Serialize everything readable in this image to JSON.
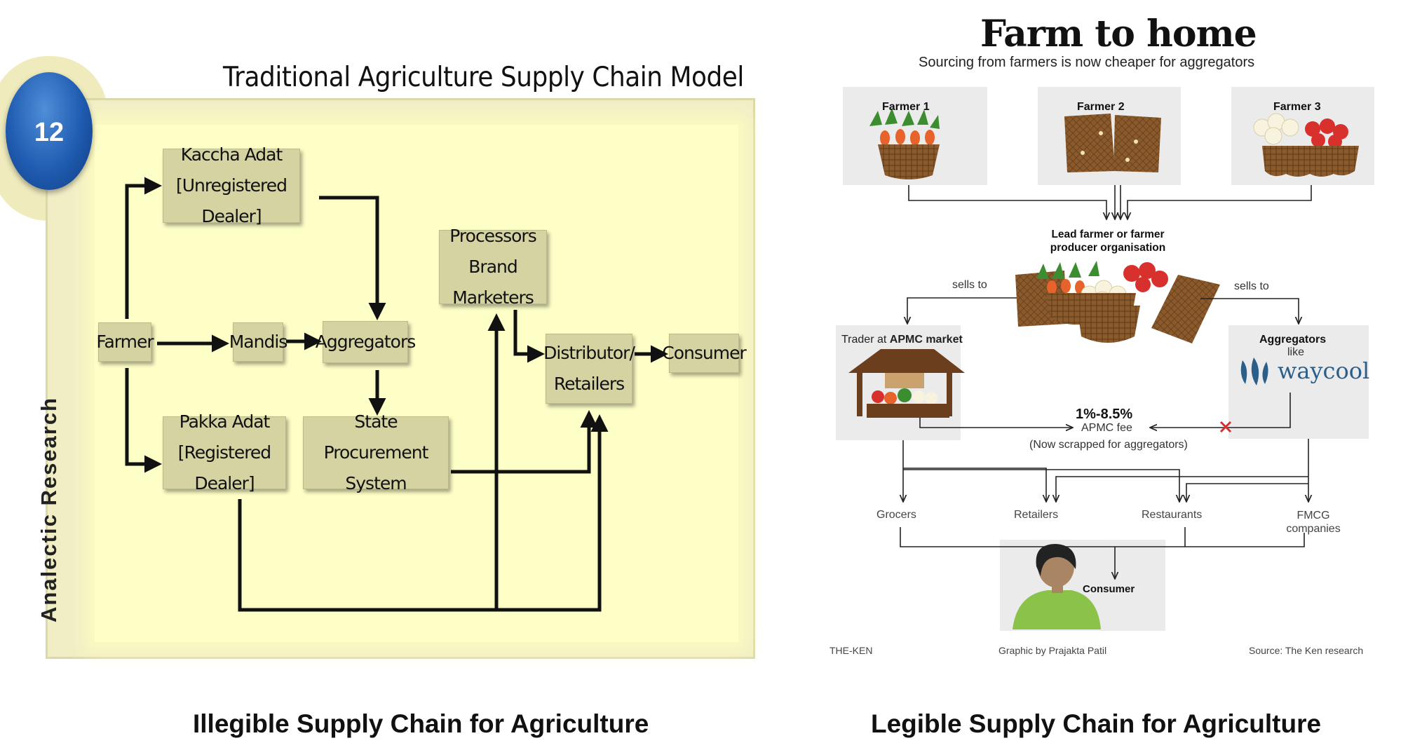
{
  "left": {
    "title": "Traditional Agriculture Supply Chain Model",
    "badge": "12",
    "vertical_label": "Analectic Research",
    "nodes": {
      "kaccha_adat": [
        "Kaccha Adat",
        "[Unregistered Dealer]"
      ],
      "processors": [
        "Processors",
        "Brand Marketers"
      ],
      "farmer": [
        "Farmer"
      ],
      "mandis": [
        "Mandis"
      ],
      "aggregators": [
        "Aggregators"
      ],
      "distributor": [
        "Distributor/",
        "Retailers"
      ],
      "consumer": [
        "Consumer"
      ],
      "pakka_adat": [
        "Pakka Adat",
        "[Registered Dealer]"
      ],
      "state_procurement": [
        "State Procurement",
        "System"
      ]
    },
    "caption": "Illegible Supply Chain for Agriculture"
  },
  "right": {
    "title": "Farm to home",
    "subtitle": "Sourcing from farmers is now cheaper for aggregators",
    "farmers": [
      "Farmer 1",
      "Farmer 2",
      "Farmer 3"
    ],
    "lead_farmer": "Lead farmer or farmer producer organisation",
    "sells_to_left": "sells to",
    "sells_to_right": "sells to",
    "trader_prefix": "Trader at ",
    "trader_bold": "APMC market",
    "aggregators_title": "Aggregators",
    "aggregators_like": "like",
    "waycool": "waycool",
    "fee_value": "1%-8.5%",
    "fee_label": "APMC fee",
    "fee_note": "(Now scrapped for aggregators)",
    "destinations": [
      "Grocers",
      "Retailers",
      "Restaurants",
      "FMCG companies"
    ],
    "consumer": "Consumer",
    "footer_left": "THE-KEN",
    "footer_center": "Graphic by Prajakta Patil",
    "footer_right": "Source: The Ken research",
    "caption": "Legible Supply Chain for Agriculture"
  },
  "colors": {
    "panel_yellow": "#fefec7",
    "box_khaki": "#d5d3a2",
    "badge_blue": "#1f5bb0",
    "basket_brown": "#8b5a2b",
    "person_green": "#8bc34a",
    "cross_red": "#d32f2f",
    "waycool_blue": "#2b5f8a"
  }
}
